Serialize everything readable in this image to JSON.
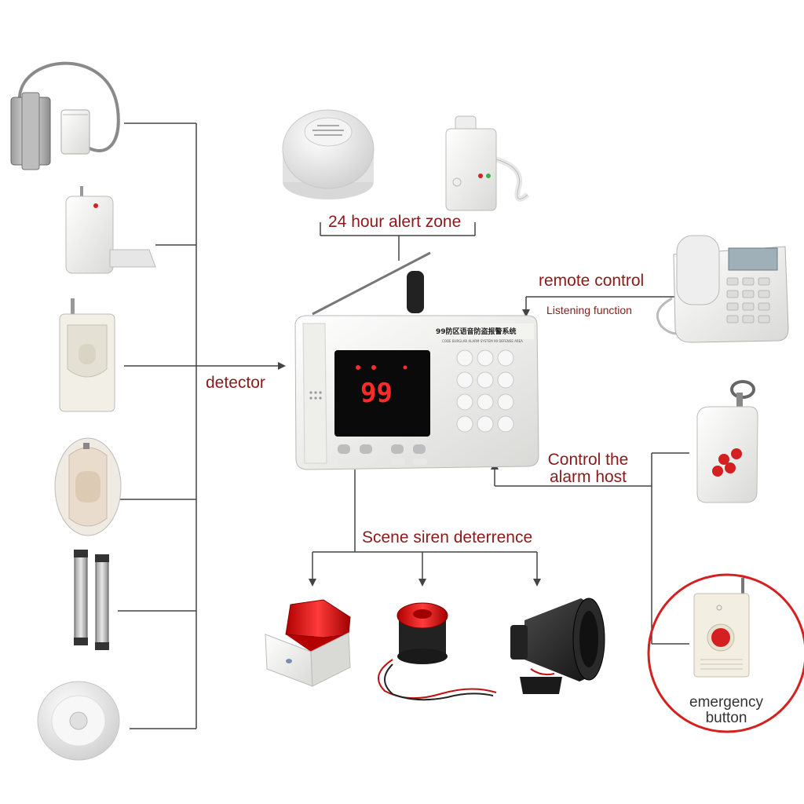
{
  "labels": {
    "alert_zone": "24 hour alert zone",
    "remote_control": "remote control",
    "listening_function": "Listening function",
    "detector": "detector",
    "control_host_line1": "Control the",
    "control_host_line2": "alarm host",
    "siren": "Scene siren deterrence",
    "emergency_line1": "emergency",
    "emergency_line2": "button"
  },
  "host_panel": {
    "display_digits": "99",
    "title_text": "99防区语音防盗报警系统",
    "subtitle_text": "CODE BURGLAR ALARM SYSTEM 99 DEFENSE AREA"
  },
  "colors": {
    "label_text": "#8b1a1a",
    "connector_lines": "#444444",
    "highlight_circle": "#d42020",
    "led_display": "#ff2a2a"
  },
  "devices": {
    "detectors": [
      "door-magnet-sensor-icon",
      "wireless-door-sensor-icon",
      "pir-motion-sensor-icon",
      "curtain-pir-sensor-icon",
      "infrared-beam-sensor-icon",
      "ceiling-pir-sensor-icon"
    ],
    "alert_zone": [
      "smoke-detector-icon",
      "gas-detector-icon"
    ],
    "sirens": [
      "strobe-siren-icon",
      "round-siren-icon",
      "horn-speaker-icon"
    ]
  }
}
